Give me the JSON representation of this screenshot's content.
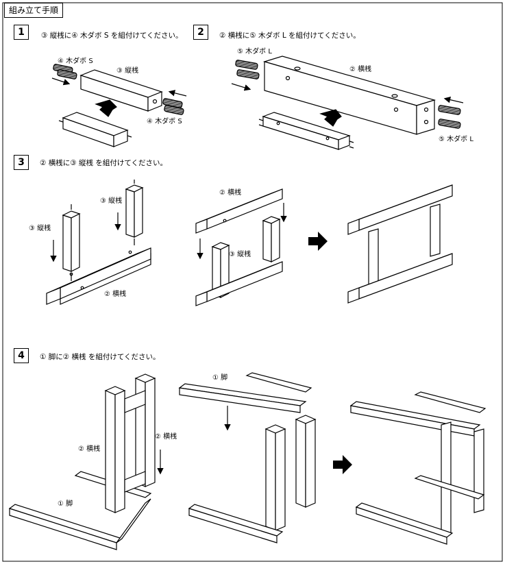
{
  "title": "組み立て手順",
  "steps": [
    {
      "number": "1",
      "instruction": "③ 縦桟に④ 木ダボ S を組付けてください。",
      "labels": {
        "dowel_left": "④ 木ダボ S",
        "part": "③ 縦桟",
        "dowel_right": "④ 木ダボ S"
      }
    },
    {
      "number": "2",
      "instruction": "② 横桟に⑤ 木ダボ L を組付けてください。",
      "labels": {
        "dowel_left": "⑤ 木ダボ L",
        "part": "② 横桟",
        "dowel_right": "⑤ 木ダボ L"
      }
    },
    {
      "number": "3",
      "instruction": "② 横桟に③ 縦桟 を組付けてください。",
      "labels": {
        "post_a": "③ 縦桟",
        "post_b": "③ 縦桟",
        "rail_bottom": "② 横桟",
        "rail_top": "② 横桟",
        "post_c": "③ 縦桟"
      }
    },
    {
      "number": "4",
      "instruction": "① 脚に② 横桟 を組付けてください。",
      "labels": {
        "frame_a": "② 横桟",
        "frame_b": "② 横桟",
        "leg_a": "① 脚",
        "leg_b": "① 脚"
      }
    }
  ]
}
